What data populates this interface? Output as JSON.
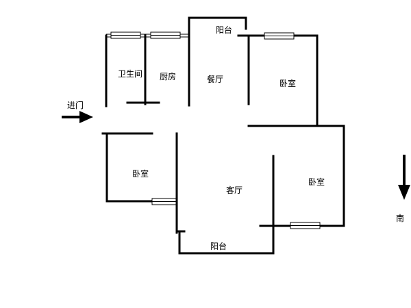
{
  "rooms": {
    "bathroom": "卫生间",
    "kitchen": "厨房",
    "dining": "餐厅",
    "balcony_top": "阳台",
    "bedroom_ne": "卧室",
    "bedroom_w": "卧室",
    "living": "客厅",
    "bedroom_se": "卧室",
    "balcony_bottom": "阳台"
  },
  "entrance": {
    "label": "进门"
  },
  "compass": {
    "label": "南"
  },
  "colors": {
    "line": "#000000",
    "background": "#ffffff"
  }
}
